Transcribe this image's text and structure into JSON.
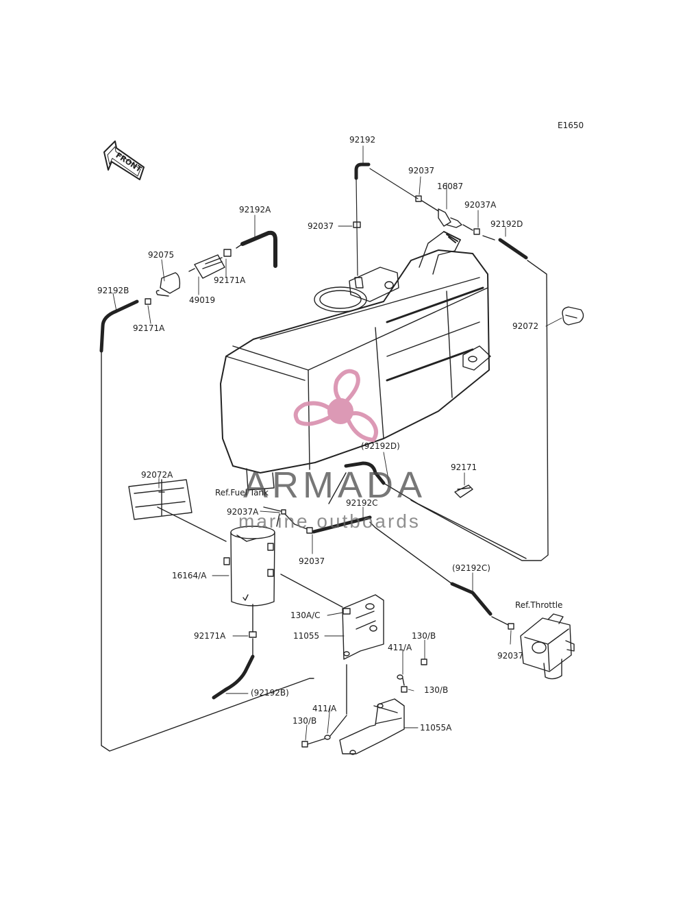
{
  "diagram_code": "E1650",
  "front_label": "FRONT",
  "watermark": {
    "brand": "ARMADA",
    "tagline": "marine outboards",
    "logo_color": "#d98fae",
    "text_color": "#4a4a4a"
  },
  "part_labels": {
    "p92192_top": "92192",
    "p92037_top": "92037",
    "p16087": "16087",
    "p92037A_top": "92037A",
    "p92192D_top": "92192D",
    "p92037_left": "92037",
    "p92192A": "92192A",
    "p92075": "92075",
    "p92171A_upper": "92171A",
    "p49019": "49019",
    "p92192B": "92192B",
    "p92171A_left": "92171A",
    "p92072": "92072",
    "p92192D_mid": "(92192D)",
    "p92171": "92171",
    "p92072A": "92072A",
    "ref_fuel_tank": "Ref.Fuel Tank",
    "p92037A_mid": "92037A",
    "p92192C_mid": "92192C",
    "p16164A": "16164/A",
    "p92037_mid": "92037",
    "p92192C_right": "(92192C)",
    "ref_throttle": "Ref.Throttle",
    "p92037_right": "92037",
    "p130AC": "130A/C",
    "p11055": "11055",
    "p130B_top": "130/B",
    "p411A_right": "411/A",
    "p92171A_lower": "92171A",
    "p130B_mid": "130/B",
    "p92192B_paren": "(92192B)",
    "p411A_left": "411/A",
    "p130B_left": "130/B",
    "p11055A": "11055A"
  }
}
